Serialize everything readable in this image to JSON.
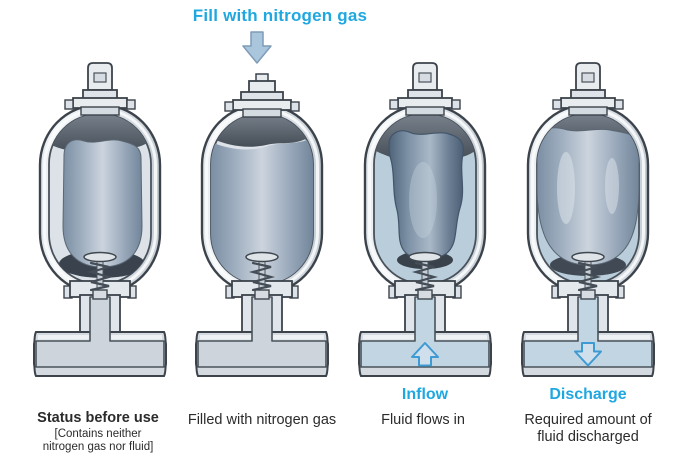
{
  "title": {
    "text": "Fill with nitrogen gas"
  },
  "colors": {
    "accent_cyan": "#1fa8e0",
    "label_text": "#2b2b2b",
    "outline": "#3c434b",
    "shell_light": "#e7ecf0",
    "gas_space_dark": "#4e565f",
    "nitrogen_bladder": "#a9b9c8",
    "bladder_dark": "#5d7289",
    "fluid": "#b9cdda",
    "pipe_gray": "#d4dae0",
    "bore_gray": "#cdd4db",
    "bore_fluid": "#c1d5e3",
    "arrow_steel_fill": "#a9c6dd",
    "arrow_steel_edge": "#7f9cb8",
    "arrow_blue_outline": "#3e9ad3"
  },
  "stages": [
    {
      "id": "before-use",
      "caption": "Status before use",
      "note_line1": "[Contains neither",
      "note_line2": "nitrogen gas nor fluid]",
      "valve": "tall",
      "bladder": "hanging",
      "fluid": false,
      "pipe_arrow": "none"
    },
    {
      "id": "filled",
      "caption": "Filled with nitrogen gas",
      "valve": "short",
      "bladder": "full",
      "fluid": false,
      "pipe_arrow": "none"
    },
    {
      "id": "inflow",
      "flow_label": "Inflow",
      "caption": "Fluid flows in",
      "valve": "tall",
      "bladder": "compressed",
      "fluid": true,
      "pipe_arrow": "up"
    },
    {
      "id": "discharge",
      "flow_label": "Discharge",
      "caption_line1": "Required amount of",
      "caption_line2": "fluid discharged",
      "valve": "tall",
      "bladder": "expanded",
      "fluid": true,
      "pipe_arrow": "down"
    }
  ]
}
